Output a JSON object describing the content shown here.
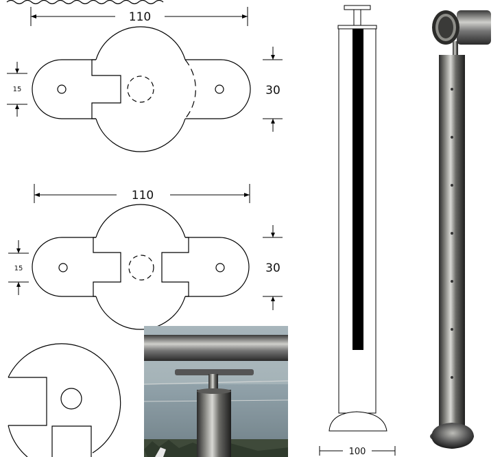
{
  "drawing_1": {
    "width_dim": "110",
    "height_dim": "30",
    "hole_dim": "15"
  },
  "drawing_2": {
    "width_dim": "110",
    "height_dim": "30",
    "hole_dim": "15"
  },
  "post": {
    "base_dim": "100"
  }
}
